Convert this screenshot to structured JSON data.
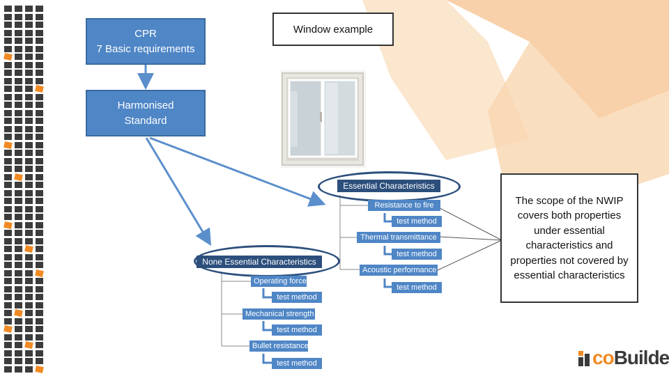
{
  "boxes": {
    "cpr": "CPR\n7 Basic requirements",
    "harmonised": "Harmonised\nStandard",
    "window_example": "Window example",
    "scope_note": "The scope of the NWIP covers both properties under essential characteristics and properties not covered by essential characteristics"
  },
  "essential": {
    "title": "Essential Characteristics",
    "items": [
      {
        "label": "Resistance to fire",
        "method": "test method"
      },
      {
        "label": "Thermal transmittance",
        "method": "test method"
      },
      {
        "label": "Acoustic performance",
        "method": "test method"
      }
    ]
  },
  "none_essential": {
    "title": "None Essential Characteristics",
    "items": [
      {
        "label": "Operating forces",
        "method": "test method"
      },
      {
        "label": "Mechanical strength",
        "method": "test method"
      },
      {
        "label": "Bullet resistance",
        "method": "test method"
      }
    ]
  },
  "logo": {
    "part1": "i",
    "part2": "co",
    "part3": "Builder"
  },
  "colors": {
    "box_blue": "#4f86c6",
    "dark_blue": "#2c4f7c",
    "accent_orange": "#f08a24",
    "bg_peach": "#f9d2a8"
  }
}
